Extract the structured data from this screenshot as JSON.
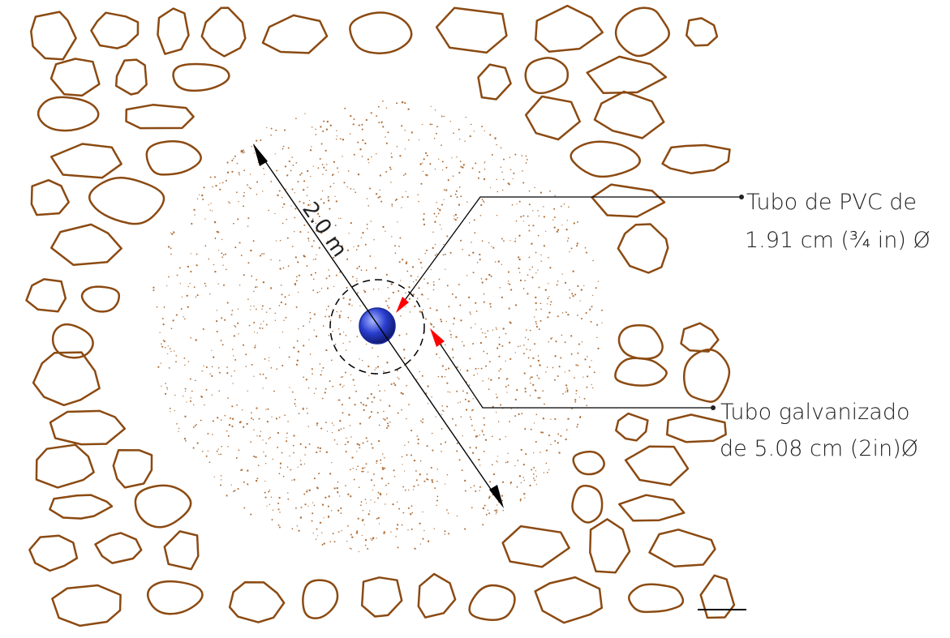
{
  "diagram": {
    "colors": {
      "rock_stroke": "#8B4A12",
      "sand_dot": "#B0703A",
      "leader_line": "#000000",
      "arrow_red": "#FF0000",
      "pipe_fill": "#2A3FD0",
      "pipe_highlight": "#A9B6FF",
      "dashed_circle": "#000000"
    },
    "dimension": {
      "label": "2.0 m"
    },
    "callouts": [
      {
        "id": "pvc",
        "lines": [
          "Tubo de PVC de",
          "1.91 cm (¾ in) Ø"
        ]
      },
      {
        "id": "galv",
        "lines": [
          "Tubo galvanizado",
          "de 5.08 cm (2in)Ø"
        ]
      }
    ]
  }
}
